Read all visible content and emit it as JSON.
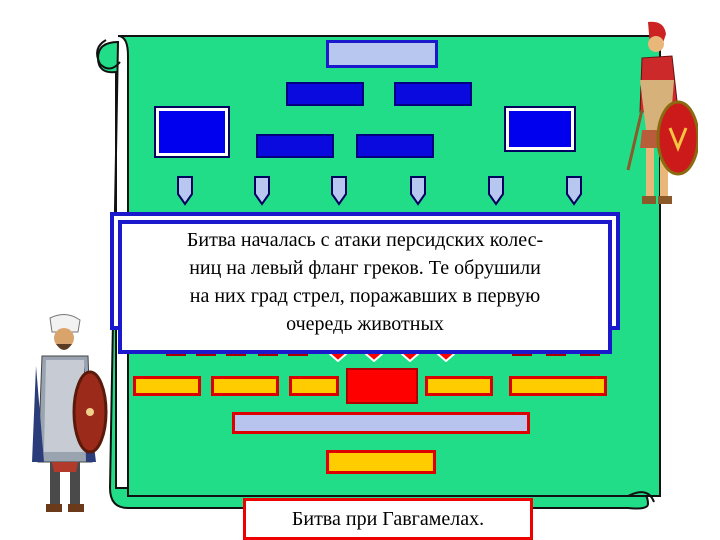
{
  "popup": {
    "lines": [
      "Битва началась с атаки персидских колес-",
      "ниц на левый фланг греков. Те обрушили",
      "на них град стрел, поражавших в первую",
      "очередь животных"
    ]
  },
  "caption": "Битва при Гавгамелах.",
  "colors": {
    "scroll": "#22dd88",
    "blue": "#0000ee",
    "light_blue": "#b8c7ef",
    "yellow": "#ffcc00",
    "red": "#ff0000"
  },
  "icons": [
    "scroll-icon",
    "persian-warrior-icon",
    "greek-hoplite-icon",
    "down-arrow-icon"
  ]
}
